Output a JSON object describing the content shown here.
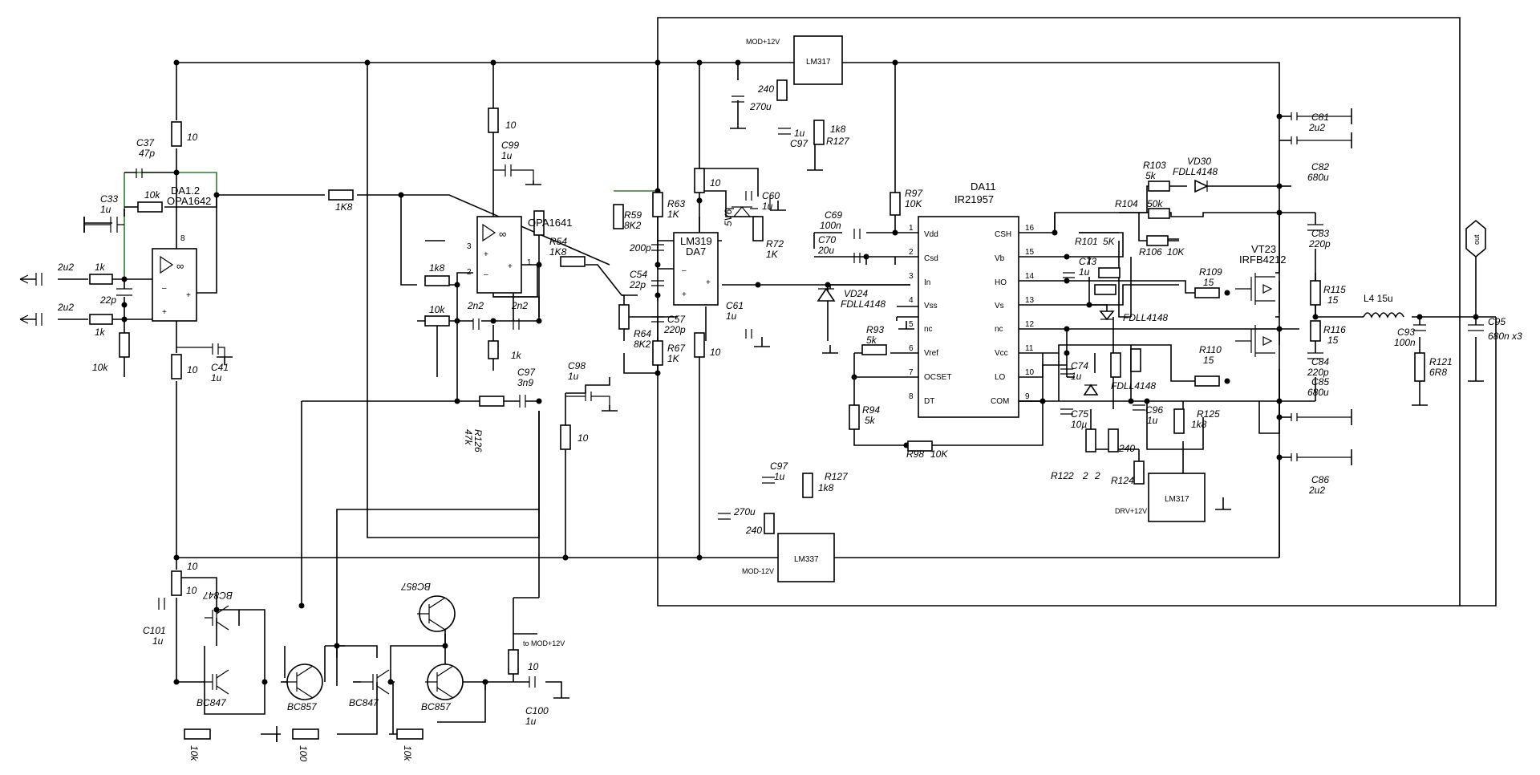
{
  "chips": {
    "da11": "DA11",
    "ir21957": "IR21957",
    "da1_2": "DA1.2",
    "opa1642": "OPA1642",
    "opa1641": "OPA1641",
    "lm319": "LM319",
    "da7": "DA7",
    "lm317_top": "LM317",
    "lm317_bot": "LM317",
    "lm337": "LM337",
    "vt23": "VT23",
    "irfb4212": "IRFB4212"
  },
  "ir_pins": {
    "left": [
      "Vdd",
      "Csd",
      "In",
      "Vss",
      "nc",
      "Vref",
      "OCSET",
      "DT"
    ],
    "left_nums": [
      "1",
      "2",
      "3",
      "4",
      "5",
      "6",
      "7",
      "8"
    ],
    "right": [
      "CSH",
      "Vb",
      "HO",
      "Vs",
      "nc",
      "Vcc",
      "LO",
      "COM"
    ],
    "right_nums": [
      "16",
      "15",
      "14",
      "13",
      "12",
      "11",
      "10",
      "9"
    ]
  },
  "rails": {
    "mod_p12": "MOD+12V",
    "mod_m12": "MOD-12V",
    "drv_p12": "DRV+12V",
    "to_mod_p12": "to  MOD+12V",
    "out": "out"
  },
  "labels": {
    "r10_a": "10",
    "r10_b": "10",
    "r10_c": "10",
    "r10_d": "10",
    "r10_e": "10",
    "r10_f": "10",
    "r10_g": "10",
    "r10_h": "10",
    "c37": "C37",
    "c37v": "47p",
    "c33": "C33",
    "c33v": "1u",
    "r10k_fb": "10k",
    "in_cap1": "2u2",
    "in_cap2": "2u2",
    "in_r1": "1k",
    "in_r2": "1k",
    "c22p": "22p",
    "r10k_gnd": "10k",
    "c41": "C41",
    "c41v": "1u",
    "pin8": "8",
    "r1k8": "1K8",
    "c99": "C99",
    "c99v": "1u",
    "pin3": "3",
    "pin2": "2",
    "pin1": "1",
    "r1k8b": "1k8",
    "r10k_b": "10k",
    "c2n2a": "2n2",
    "c2n2b": "2n2",
    "r1k_b": "1k",
    "c97b": "C97",
    "c97bv": "3n9",
    "r126": "R126",
    "r126v": "47k",
    "c98": "C98",
    "c98v": "1u",
    "r54": "R54",
    "r54v": "1K8",
    "r59": "R59",
    "r59v": "8K2",
    "r63": "R63",
    "r63v": "1K",
    "c200p": "200p",
    "c54": "C54",
    "c54v": "22p",
    "r64": "R64",
    "r64v": "8K2",
    "c57": "C57",
    "c57v": "220p",
    "r67": "R67",
    "r67v": "1K",
    "z5v6": "5V6",
    "c60": "C60",
    "c60v": "1u",
    "r72": "R72",
    "r72v": "1K",
    "c61": "C61",
    "c61v": "1u",
    "c240a": "240",
    "c270u_a": "270u",
    "c1u_a": "1u",
    "c97a": "C97",
    "r1k8_a": "1k8",
    "r127a": "R127",
    "r97": "R97",
    "r97v": "10K",
    "c69": "C69",
    "c69v": "100n",
    "c70": "C70",
    "c70v": "20u",
    "vd24": "VD24",
    "vd24v": "FDLL4148",
    "r93": "R93",
    "r93v": "5k",
    "r94": "R94",
    "r94v": "5k",
    "r98": "R98",
    "r98v": "10K",
    "c97c": "C97",
    "c97cv": "1u",
    "r127b": "R127",
    "r127bv": "1k8",
    "c270u_b": "270u",
    "c240b": "240",
    "r103": "R103",
    "r103v": "5k",
    "vd30": "VD30",
    "vd30v": "FDLL4148",
    "r104": "R104",
    "r104v": "50k",
    "r101": "R101",
    "r101v": "5K",
    "r106": "R106",
    "r106v": "10K",
    "c73": "C73",
    "c73v": "1u",
    "fd_a": "FDLL4148",
    "r109": "R109",
    "r109v": "15",
    "r110": "R110",
    "r110v": "15",
    "c74": "C74",
    "c74v": "1u",
    "fd_b": "FDLL4148",
    "c75": "C75",
    "c75v": "10µ",
    "c96": "C96",
    "c96v": "1u",
    "r125": "R125",
    "r125v": "1k8",
    "r122": "R122",
    "r122a": "2",
    "r122b": "2",
    "r124": "R124",
    "c240c": "240",
    "c81": "C81",
    "c81v": "2u2",
    "c82": "C82",
    "c82v": "680u",
    "c83": "C83",
    "c83v": "220p",
    "r115": "R115",
    "r115v": "15",
    "r116": "R116",
    "r116v": "15",
    "c84": "C84",
    "c84v": "220p",
    "c85": "C85",
    "c85v": "680u",
    "c86": "C86",
    "c86v": "2u2",
    "l4": "L4  15u",
    "c93": "C93",
    "c93v": "100n",
    "r121": "R121",
    "r121v": "6R8",
    "c95": "C95",
    "c95v": "680n  x3",
    "bc847a": "BC847",
    "bc847b": "BC847",
    "bc847c": "BC847",
    "bc857a": "BC857",
    "bc857b": "BC857",
    "bc857c": "BC857",
    "c101": "C101",
    "c101v": "1u",
    "c100": "C100",
    "c100v": "1u",
    "r10k_q1": "10k",
    "r100": "100",
    "r10k_q2": "10k",
    "r10_q": "10"
  }
}
